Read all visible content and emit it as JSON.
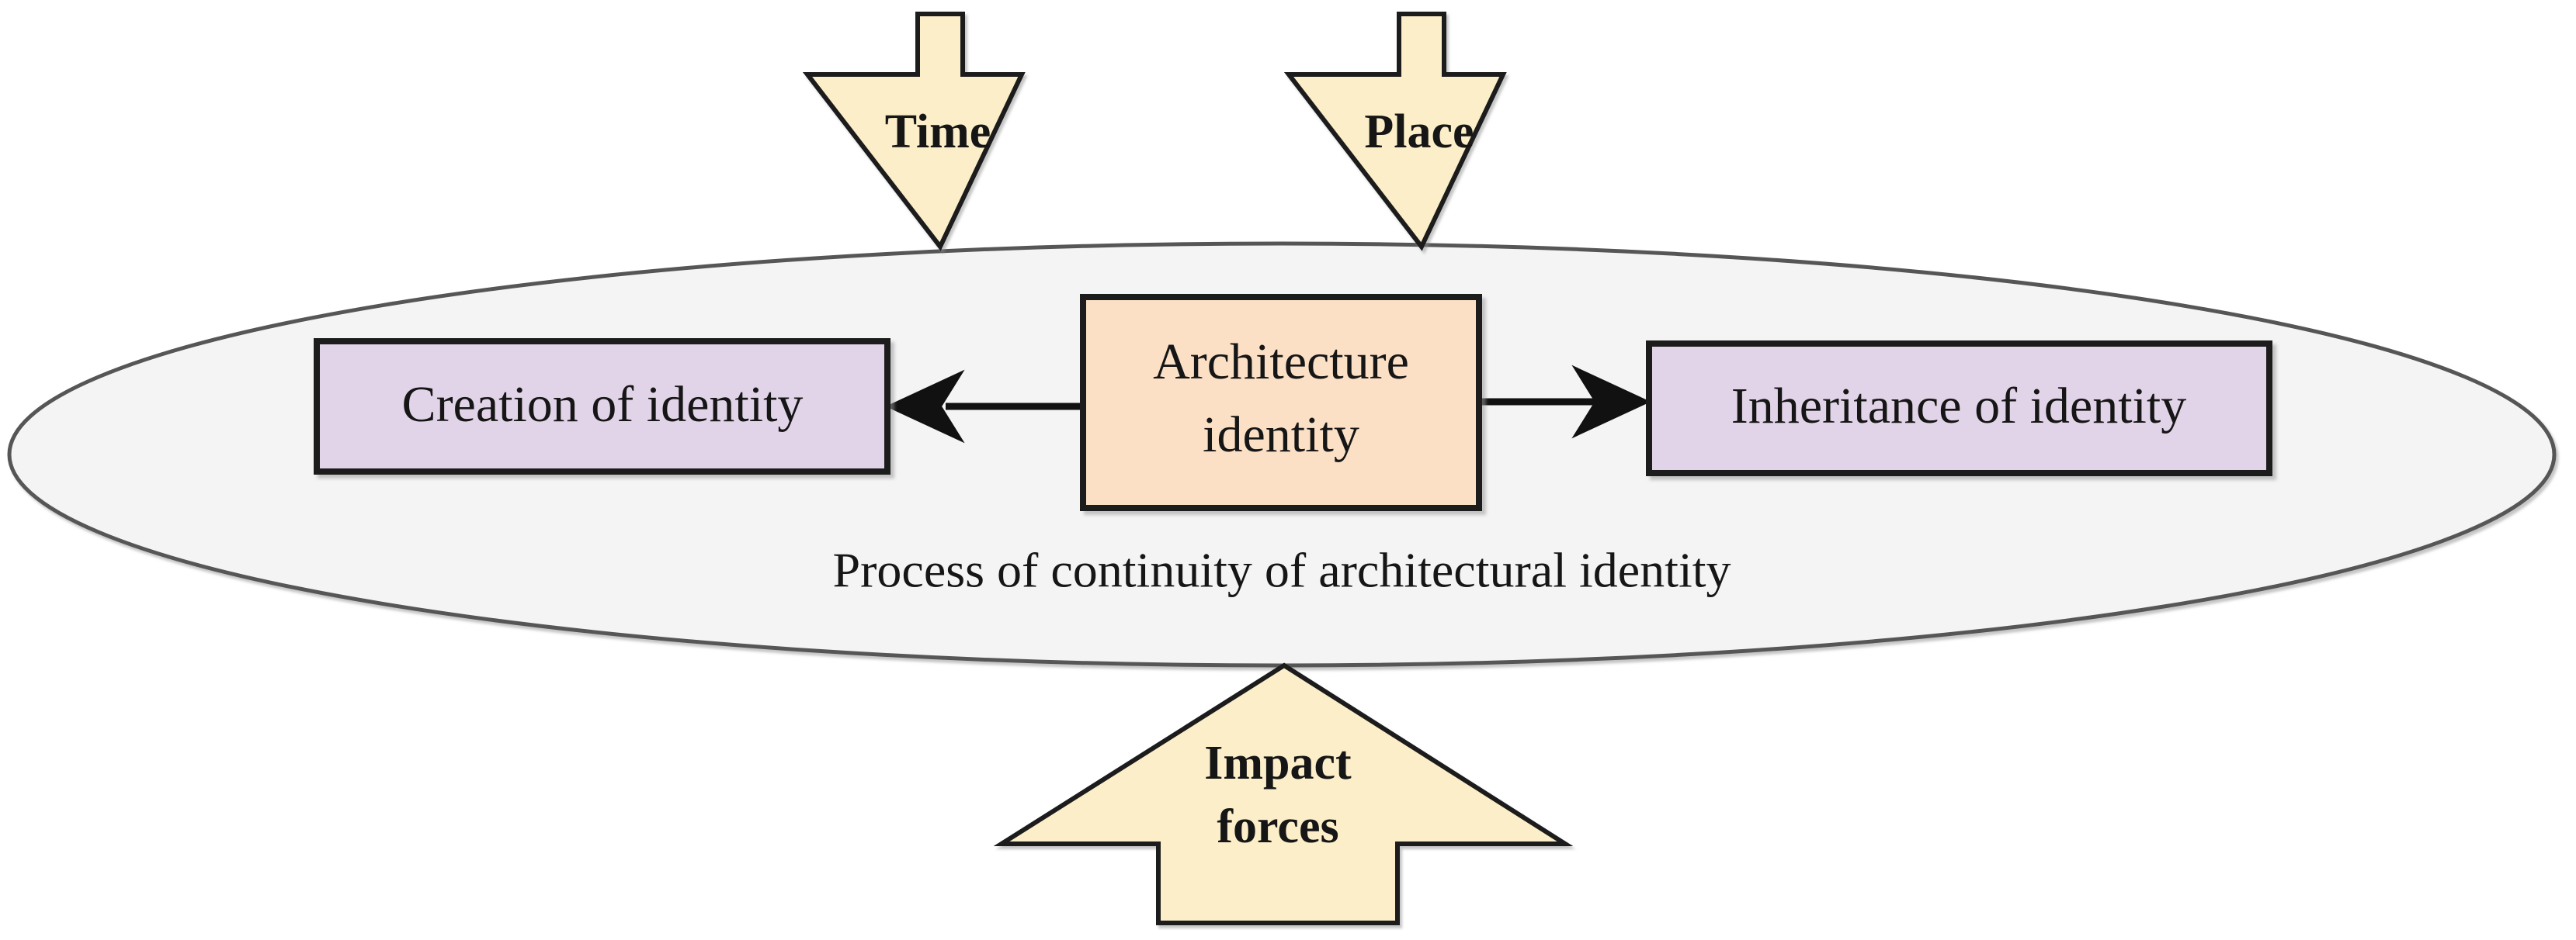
{
  "diagram": {
    "title": "Process of continuity of architectural identity",
    "ellipse": {
      "caption": "Process of continuity of architectural identity",
      "fill": "#f4f4f4",
      "stroke": "#575757"
    },
    "center_node": {
      "label_line1": "Architecture",
      "label_line2": "identity",
      "fill": "#fbe0c6",
      "stroke": "#1a1a1a"
    },
    "left_node": {
      "label": "Creation of identity",
      "fill": "#e2d4e8",
      "stroke": "#1a1a1a"
    },
    "right_node": {
      "label": "Inheritance of identity",
      "fill": "#e2d4e8",
      "stroke": "#1a1a1a"
    },
    "connectors": [
      {
        "name": "to-creation",
        "direction": "left",
        "color": "#111111"
      },
      {
        "name": "to-inheritance",
        "direction": "right",
        "color": "#111111"
      }
    ],
    "input_arrows": [
      {
        "name": "time",
        "label": "Time",
        "direction": "down",
        "fill": "#fbeec9",
        "stroke": "#1a1a1a"
      },
      {
        "name": "place",
        "label": "Place",
        "direction": "down",
        "fill": "#fbeec9",
        "stroke": "#1a1a1a"
      }
    ],
    "bottom_arrow": {
      "name": "impact-forces",
      "label_line1": "Impact",
      "label_line2": "forces",
      "direction": "up",
      "fill": "#fbeec9",
      "stroke": "#1a1a1a"
    }
  }
}
